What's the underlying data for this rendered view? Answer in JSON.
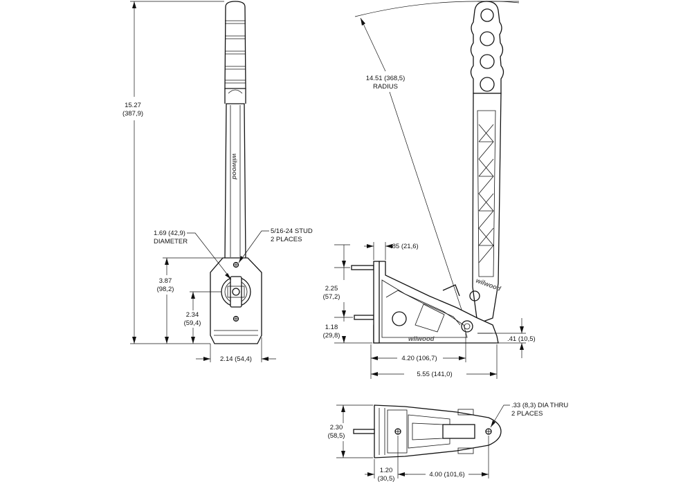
{
  "dimensions": {
    "overall_height": {
      "imperial": "15.27",
      "metric": "(387,9)"
    },
    "base_height": {
      "imperial": "3.87",
      "metric": "(98,2)"
    },
    "pivot_height": {
      "imperial": "2.34",
      "metric": "(59,4)"
    },
    "base_width": {
      "imperial": "2.14 (54,4)"
    },
    "diameter": {
      "value": "1.69 (42,9)",
      "label": "DIAMETER"
    },
    "stud": {
      "value": "5/16-24 STUD",
      "label": "2 PLACES"
    },
    "radius": {
      "value": "14.51 (368,5)",
      "label": "RADIUS"
    },
    "stud_offset": {
      "value": ".85 (21,6)"
    },
    "stud_spacing": {
      "imperial": "2.25",
      "metric": "(57,2)"
    },
    "stud_height": {
      "imperial": "1.18",
      "metric": "(29,8)"
    },
    "pivot_distance": {
      "value": "4.20 (106,7)"
    },
    "base_length": {
      "value": "5.55 (141,0)"
    },
    "pivot_rise": {
      "value": ".41 (10,5)"
    },
    "hole_dia": {
      "value": ".33 (8,3) DIA THRU",
      "label": "2 PLACES"
    },
    "top_width": {
      "imperial": "2.30",
      "metric": "(58,5)"
    },
    "top_stud_offset": {
      "imperial": "1.20",
      "metric": "(30,5)"
    },
    "top_hole_spacing": {
      "value": "4.00 (101,6)"
    }
  },
  "brand": {
    "logo": "wilwood"
  },
  "colors": {
    "line": "#111111",
    "background": "#ffffff",
    "logo": "#555555"
  }
}
